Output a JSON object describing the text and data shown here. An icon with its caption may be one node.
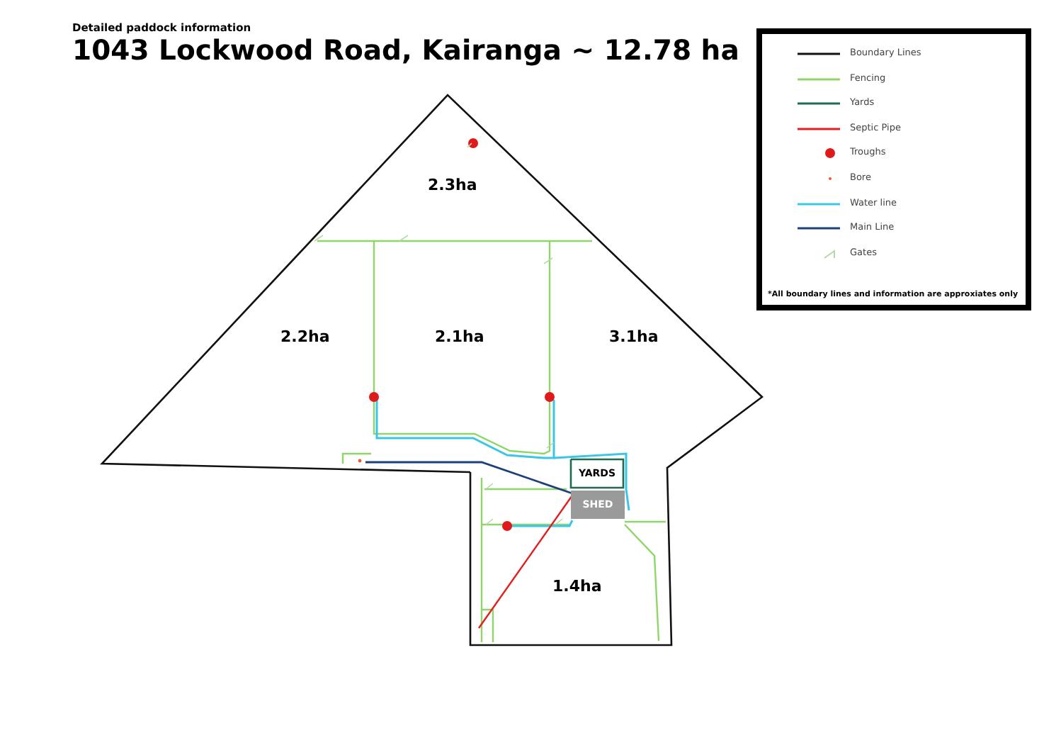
{
  "diagram": {
    "title": "1043 Lockwood Road, Kairanga ~ 12.78 ha",
    "nodes": [
      {
        "text": [
          "YARDS"
        ]
      },
      {
        "text": [
          "SHED"
        ]
      }
    ],
    "edges": [],
    "labels": [
      "Detailed paddock information",
      "2.3ha",
      "2.2ha",
      "2.1ha",
      "3.1ha",
      "1.4ha",
      "*All boundary lines and information are approxiates only"
    ],
    "legend": [
      {
        "text": "Boundary Lines"
      },
      {
        "text": "Fencing"
      },
      {
        "text": "Yards"
      },
      {
        "text": "Septic Pipe"
      },
      {
        "text": "Troughs"
      },
      {
        "text": "Bore"
      },
      {
        "text": "Water line"
      },
      {
        "text": "Main Line"
      },
      {
        "text": "Gates"
      }
    ]
  }
}
